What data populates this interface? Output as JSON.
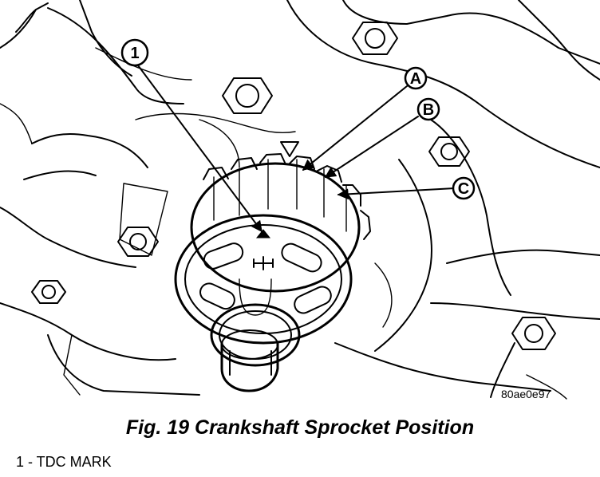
{
  "figure": {
    "callouts": {
      "c1": "1",
      "cA": "A",
      "cB": "B",
      "cC": "C"
    },
    "ref_code": "80ae0e97"
  },
  "caption": "Fig. 19 Crankshaft Sprocket Position",
  "legend": {
    "items": [
      {
        "label": "1 - TDC MARK"
      }
    ]
  }
}
